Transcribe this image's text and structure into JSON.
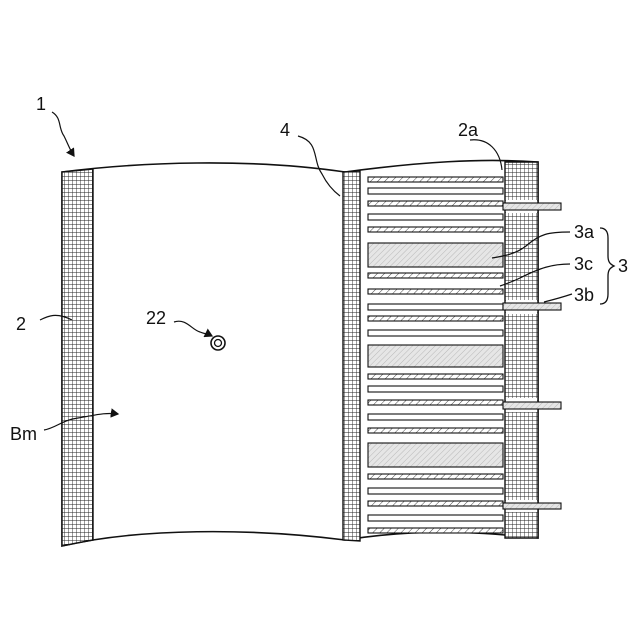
{
  "diagram": {
    "labels": {
      "device": "1",
      "frame": "2",
      "frame_end": "2a",
      "component_group": "3",
      "part_a": "3a",
      "part_c": "3c",
      "part_b": "3b",
      "strip": "4",
      "hole": "22",
      "base_material": "Bm"
    },
    "colors": {
      "line": "#111111",
      "background": "#ffffff",
      "hatch_fill": "#e6e6e6"
    }
  }
}
